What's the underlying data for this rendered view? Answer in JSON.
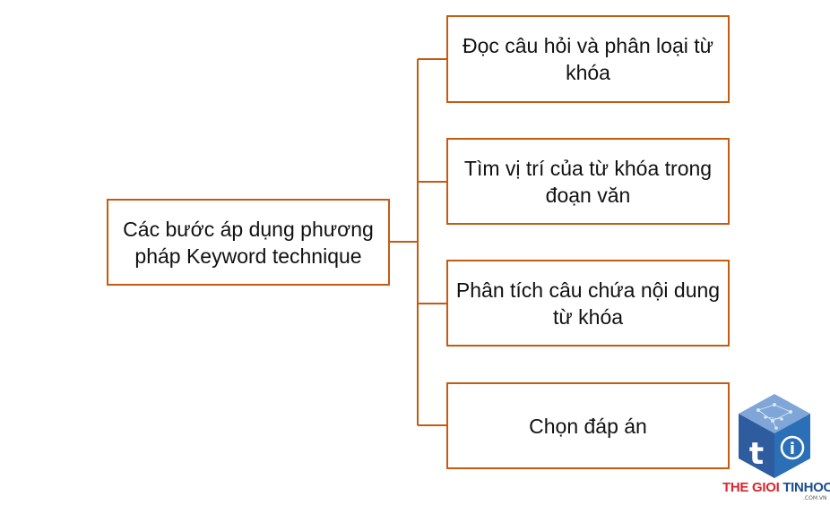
{
  "diagram": {
    "root": {
      "label": "Các bước áp dụng phương pháp Keyword technique"
    },
    "steps": [
      {
        "label": "Đọc câu hỏi và phân loại từ khóa"
      },
      {
        "label": "Tìm vị trí của từ khóa trong đoạn văn"
      },
      {
        "label": "Phân tích câu chứa nội dung từ khóa"
      },
      {
        "label": "Chọn đáp án"
      }
    ]
  },
  "watermark": {
    "brand_part1": "THE GIOI",
    "brand_part2": "TINHOC",
    "domain_suffix": ".COM.VN",
    "icon": "cube-logo-icon",
    "color_red": "#D7262F",
    "color_blue": "#1D4E8F"
  },
  "colors": {
    "box_border": "#C55A11",
    "connector": "#C55A11",
    "text": "#111111"
  }
}
